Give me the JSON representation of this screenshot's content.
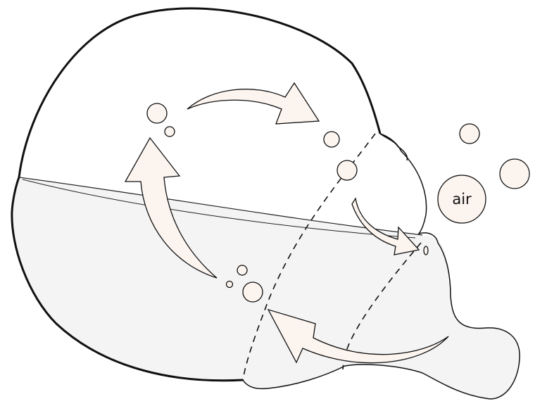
{
  "labels": {
    "air": "air"
  },
  "colors": {
    "outline": "#111111",
    "water": "#f4f4f4",
    "bubble_fill": "#fcf4ef",
    "arrow_fill": "#fcf4ef",
    "background": "#ffffff"
  },
  "icons": {
    "arrows": "curved-flow-arrow",
    "bubbles": "air-bubble"
  }
}
